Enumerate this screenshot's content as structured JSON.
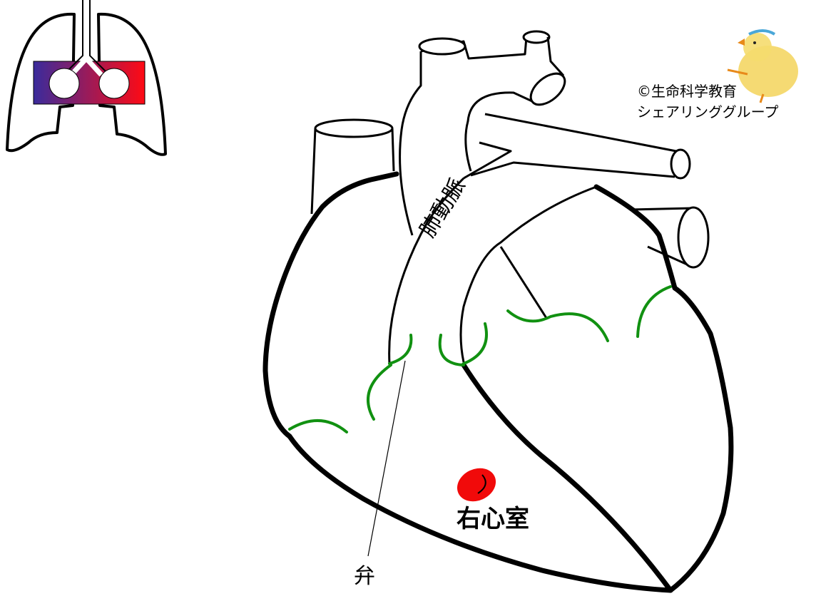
{
  "labels": {
    "pulmonary_artery": "肺動脈",
    "right_ventricle": "右心室",
    "valve": "弁"
  },
  "credit": {
    "line1": "©生命科学教育",
    "line2": "シェアリンググループ"
  },
  "colors": {
    "outline": "#000000",
    "valves": "#119111",
    "blood_cell": "#f10a0a",
    "lung_gradient_left": "#3a2b9c",
    "lung_gradient_right": "#ff0a14",
    "chick": "#f3d45a"
  },
  "icons": {
    "lungs": "lungs-icon",
    "mascot": "chick-icon",
    "cell": "red-blood-cell-icon"
  }
}
